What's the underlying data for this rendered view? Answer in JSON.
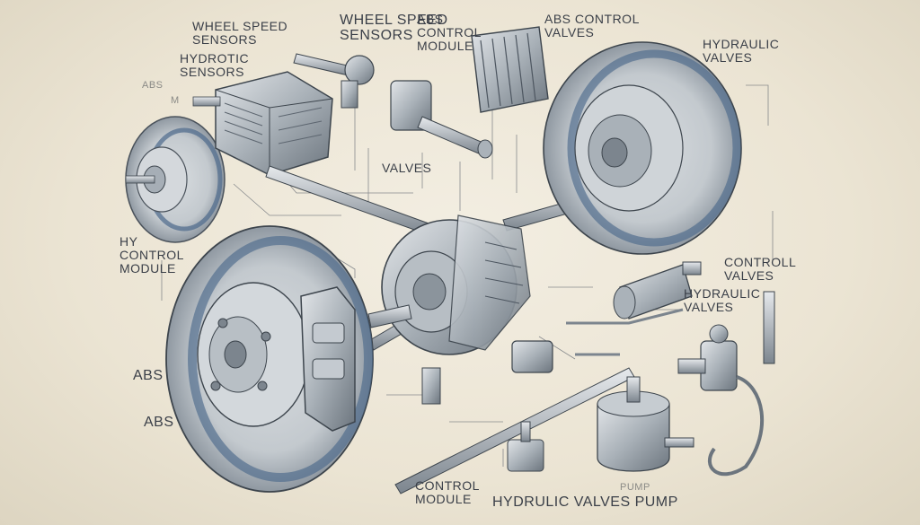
{
  "labels": {
    "wheel_speed_sensors_left": "WHEEL SPEED\nSENSORS",
    "hydrotic_sensors": "HYDROTIC\nSENSORS",
    "wheel_speed_sensors_top": "WHEEL SPEED\nSENSORS",
    "abs_control_module_top": "ABS\nCONTROL\nMODULE",
    "abs_control_valves_top": "ABS CONTROL\nVALVES",
    "hydraulic_valves_top": "HYDRAULIC\nVALVES",
    "abs_small": "ABS",
    "m_small": "M",
    "valves_center": "VALVES",
    "hy_control_module": "HY\nCONTROL\nMODULE",
    "abs_left_1": "ABS",
    "abs_left_2": "ABS",
    "control_valves_right": "CONTROLL\nVALVES",
    "hydraulic_valves_right": "HYDRAULIC\nVALVES",
    "control_module_bottom": "CONTROL\nMODULE",
    "hydraulic_valves_pump": "HYDRULIC VALVES PUMP",
    "pump_small": "PUMP"
  },
  "colors": {
    "ink": "#3a3f48",
    "steel": "#9aa3ab",
    "steel_dark": "#5d6670",
    "blue_vent": "#4d6a8c",
    "paper": "#ece6d6"
  }
}
